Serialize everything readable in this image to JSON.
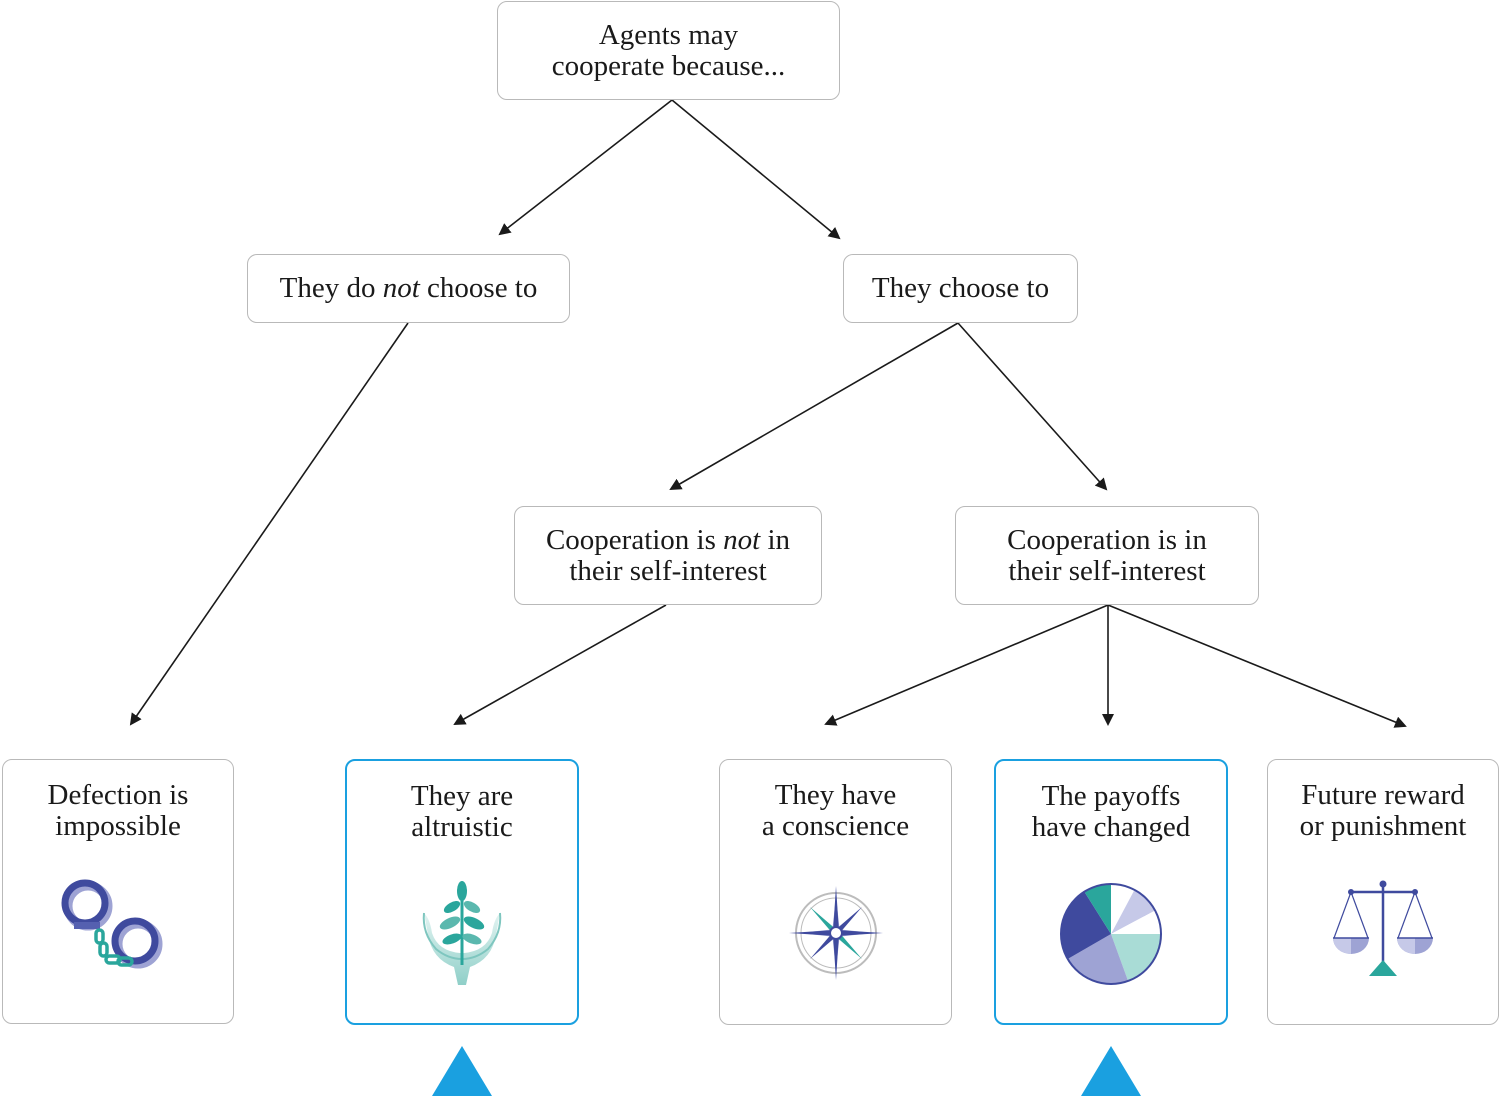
{
  "root": {
    "line1": "Agents may",
    "line2": "cooperate because..."
  },
  "not_choose": {
    "pre": "They do ",
    "em": "not",
    "post": " choose to"
  },
  "choose": {
    "label": "They choose to"
  },
  "not_interest": {
    "pre": "Cooperation is ",
    "em": "not",
    "post": " in",
    "line2": "their self-interest"
  },
  "interest": {
    "line1": "Cooperation is in",
    "line2": "their self-interest"
  },
  "leaves": [
    {
      "line1": "Defection is",
      "line2": "impossible",
      "icon": "handcuffs-icon",
      "highlighted": false
    },
    {
      "line1": "They are",
      "line2": "altruistic",
      "icon": "plant-in-hands-icon",
      "highlighted": true
    },
    {
      "line1": "They have",
      "line2": "a conscience",
      "icon": "compass-rose-icon",
      "highlighted": false
    },
    {
      "line1": "The payoffs",
      "line2": "have changed",
      "icon": "pie-chart-icon",
      "highlighted": true
    },
    {
      "line1": "Future reward",
      "line2": "or punishment",
      "icon": "scales-icon",
      "highlighted": false
    }
  ],
  "colors": {
    "highlight": "#1aa0e0",
    "indigo": "#3f4a9e",
    "lavender": "#9ea3d4",
    "teal": "#2aa69c",
    "mint": "#a9dcd6"
  }
}
